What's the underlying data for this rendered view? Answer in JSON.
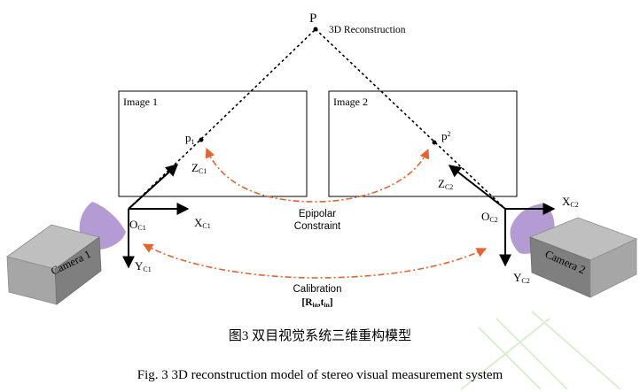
{
  "point_label": "P",
  "point_caption": "3D Reconstruction",
  "image1": {
    "title": "Image 1",
    "point_main": "p",
    "point_sub": "1"
  },
  "image2": {
    "title": "Image 2",
    "point_main": "p",
    "point_sub": "2"
  },
  "camera1": {
    "label": "Camera 1",
    "origin": {
      "main": "O",
      "sub": "C1"
    },
    "x_axis": {
      "main": "X",
      "sub": "C1"
    },
    "y_axis": {
      "main": "Y",
      "sub": "C1"
    },
    "z_axis": {
      "main": "Z",
      "sub": "C1"
    }
  },
  "camera2": {
    "label": "Camera 2",
    "origin": {
      "main": "O",
      "sub": "C2"
    },
    "x_axis": {
      "main": "X",
      "sub": "C2"
    },
    "y_axis": {
      "main": "Y",
      "sub": "C2"
    },
    "z_axis": {
      "main": "Z",
      "sub": "C2"
    }
  },
  "epipolar": {
    "line1": "Epipolar",
    "line2": "Constraint"
  },
  "calibration": {
    "line1": "Calibration",
    "open": "[",
    "r_main": "R",
    "r_sub": "in",
    "comma": ",",
    "t_main": "t",
    "t_sub": "in",
    "close": "]"
  },
  "caption_cn": "图3   双目视觉系统三维重构模型",
  "caption_en": "Fig. 3 3D reconstruction model of stereo visual measurement system",
  "colors": {
    "arrow_orange": "#e8632b",
    "camera_body": "#a6a6a6",
    "camera_side": "#7f7f7f",
    "lens": "#b59bd4",
    "watermark": "#d8efcf"
  }
}
